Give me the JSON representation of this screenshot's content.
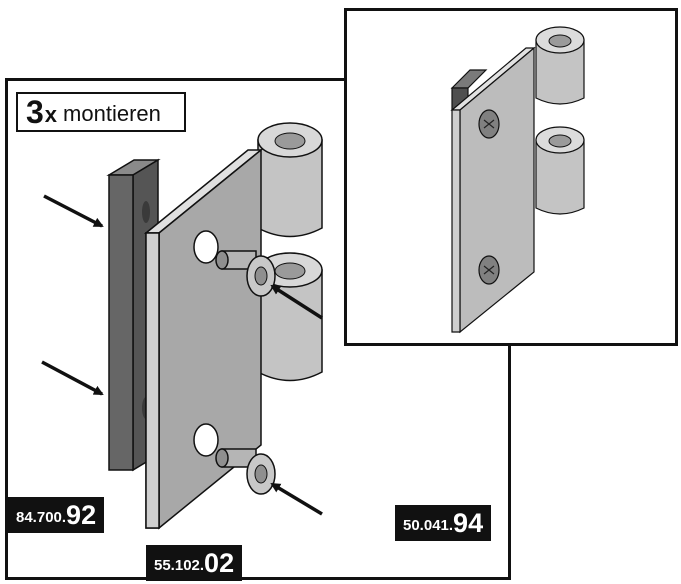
{
  "instruction": {
    "quantity": "3",
    "multiplier": "x",
    "action": "montieren"
  },
  "part_codes": {
    "spacer": {
      "prefix": "84.700.",
      "suffix": "92"
    },
    "screw": {
      "prefix": "55.102.",
      "suffix": "02"
    },
    "hinge": {
      "prefix": "50.041.",
      "suffix": "94"
    }
  },
  "colors": {
    "outline": "#111111",
    "plate_fill": "#cfcfcf",
    "plate_dark": "#a8a8a8",
    "spacer_fill": "#666666",
    "screw_fill": "#b5b5b5",
    "background": "#ffffff"
  },
  "icons": [
    "arrow-icon",
    "screw-icon",
    "hinge-icon"
  ]
}
